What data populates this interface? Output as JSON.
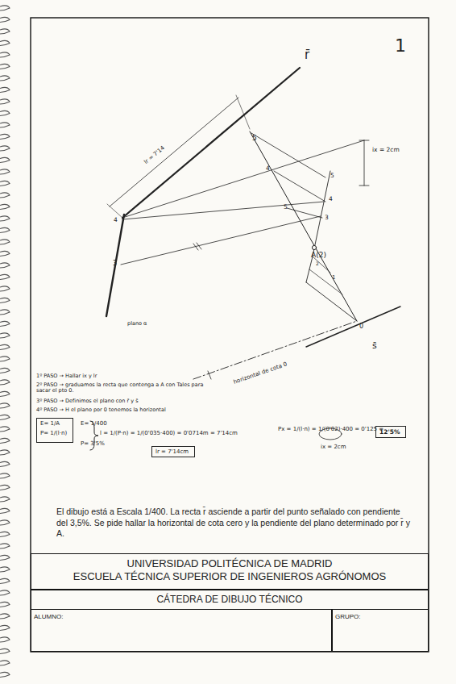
{
  "diagram": {
    "nodes": [
      {
        "text": [
          "UNIVERSIDAD POLITÉCNICA DE MADRID",
          "ESCUELA TÉCNICA SUPERIOR DE INGENIEROS AGRÓNOMOS"
        ]
      },
      {
        "text": [
          "CÁTEDRA DE DIBUJO TÉCNICO"
        ]
      },
      {
        "text": [
          "ALUMNO:"
        ]
      },
      {
        "text": [
          "GRUPO:"
        ]
      },
      {
        "text": [
          "E= 1/A",
          "P= 1/(l·n)"
        ]
      },
      {
        "text": [
          "lr = 7'14cm"
        ]
      },
      {
        "text": [
          "12'5%"
        ]
      }
    ],
    "labels": [
      "1",
      "r̄",
      "lr = 7'14",
      "ix = 2cm",
      "5",
      "4",
      "4",
      "3",
      "5",
      "4",
      "3",
      "A(2)",
      "2",
      "1",
      "0",
      "s̄",
      "plano α",
      "horizontal de cota 0",
      "5",
      "1º PASO → Hallar ix y lr",
      "2º PASO → graduamos la recta que contenga a A con Tales para sacar el pto 0.",
      "3º PASO → Definimos el plano con r̄ y s̄",
      "4º PASO → H el plano por 0 tenemos la horizontal",
      "E= 1/400",
      "P= 3'5%",
      "l = 1/(P·n) = 1/(0'035·400) = 0'0714m = 7'14cm",
      "Px = 1/(l·n) = 1/(0'02)·400 = 0'125 =",
      "ix = 2cm",
      "El dibujo está a Escala 1/400. La recta r̄ asciende a partir del punto señalado con pendiente del 3,5%. Se pide hallar la horizontal de cota cero y la pendiente del plano determinado por r̄ y A."
    ]
  }
}
